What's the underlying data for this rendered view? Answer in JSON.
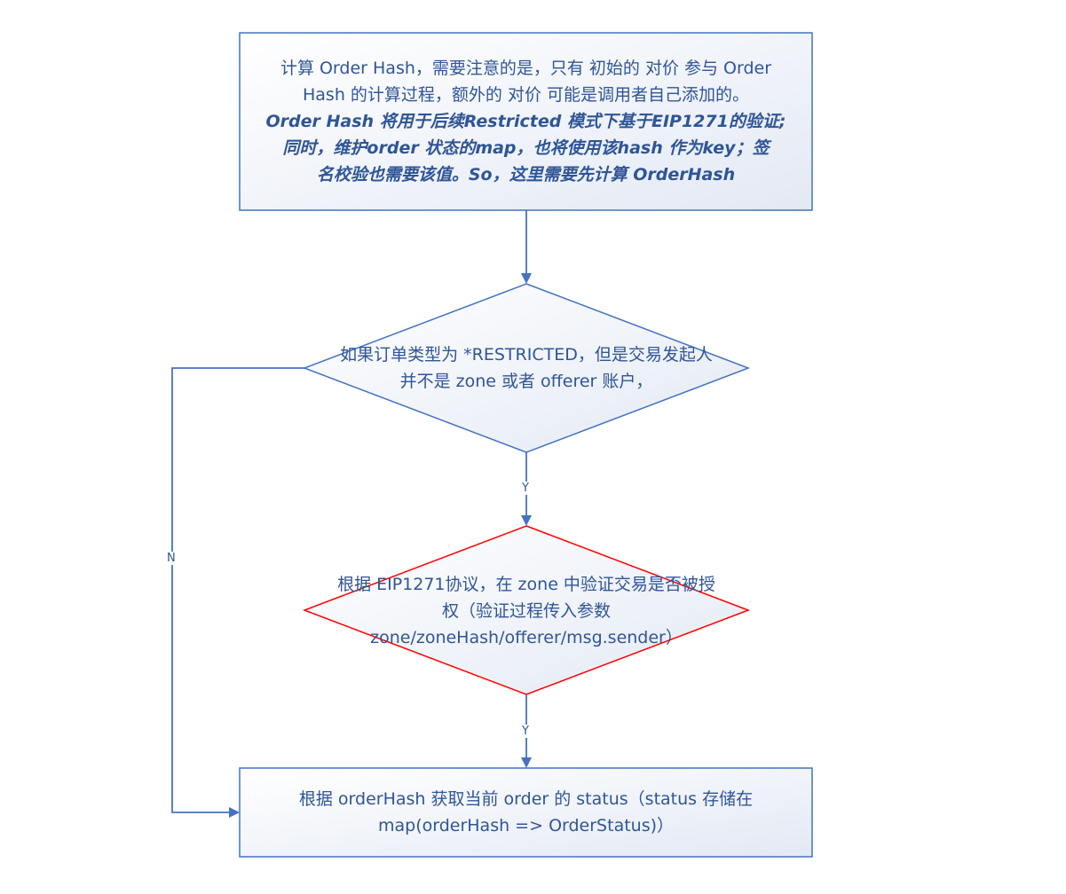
{
  "colors": {
    "stroke": "#4472c4",
    "text": "#2f5597",
    "highlight_stroke": "#ff0000",
    "fill_light": "#ffffff",
    "fill_shade": "#e3e9f4"
  },
  "nodes": {
    "compute_hash": {
      "line1": "计算 Order Hash，需要注意的是，只有 初始的 对价 参与 Order",
      "line2": "Hash 的计算过程，额外的 对价 可能是调用者自己添加的。",
      "line3": "Order Hash 将用于后续Restricted 模式下基于EIP1271的验证;",
      "line4": "同时，维护order 状态的map，也将使用该hash 作为key；签",
      "line5": "名校验也需要该值。So，这里需要先计算 OrderHash"
    },
    "restricted_check": {
      "line1": "如果订单类型为 *RESTRICTED，但是交易发起人",
      "line2": "并不是 zone 或者 offerer 账户，"
    },
    "eip1271_check": {
      "line1": "根据 EIP1271协议，在 zone 中验证交易是否被授",
      "line2": "权（验证过程传入参数",
      "line3": "zone/zoneHash/offerer/msg.sender）"
    },
    "get_status": {
      "line1": "根据 orderHash 获取当前 order 的 status（status 存储在",
      "line2": "map(orderHash => OrderStatus)）"
    }
  },
  "edges": {
    "restricted_yes": "Y",
    "eip1271_yes": "Y",
    "restricted_no": "N"
  }
}
